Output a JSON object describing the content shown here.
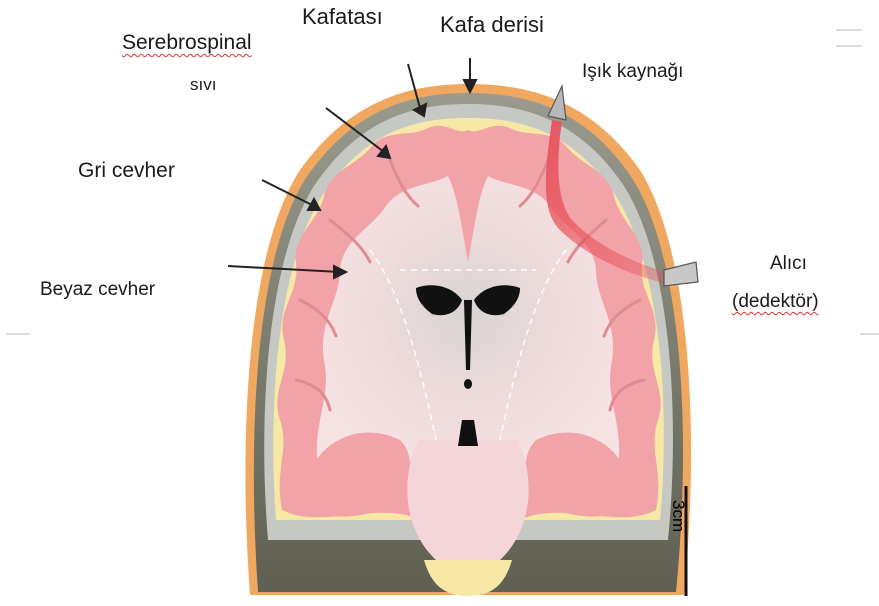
{
  "labels": {
    "csf_line1": "Serebrospinal",
    "csf_line2": "sıvı",
    "skull": "Kafatası",
    "scalp": "Kafa derisi",
    "light_source": "Işık kaynağı",
    "gray_matter": "Gri cevher",
    "white_matter": "Beyaz cevher",
    "detector_line1": "Alıcı",
    "detector_line2": "(dedektör)"
  },
  "scale_bar": {
    "label": "3cm"
  },
  "colors": {
    "scalp": "#f0a860",
    "csf": "#c6c9c3",
    "gray_matter": "#f2a3a8",
    "white_matter": "#f4dfe0",
    "outer_dark": "#6e6d5e",
    "fat": "#f7e8a6",
    "light_path": "#e8505a"
  }
}
